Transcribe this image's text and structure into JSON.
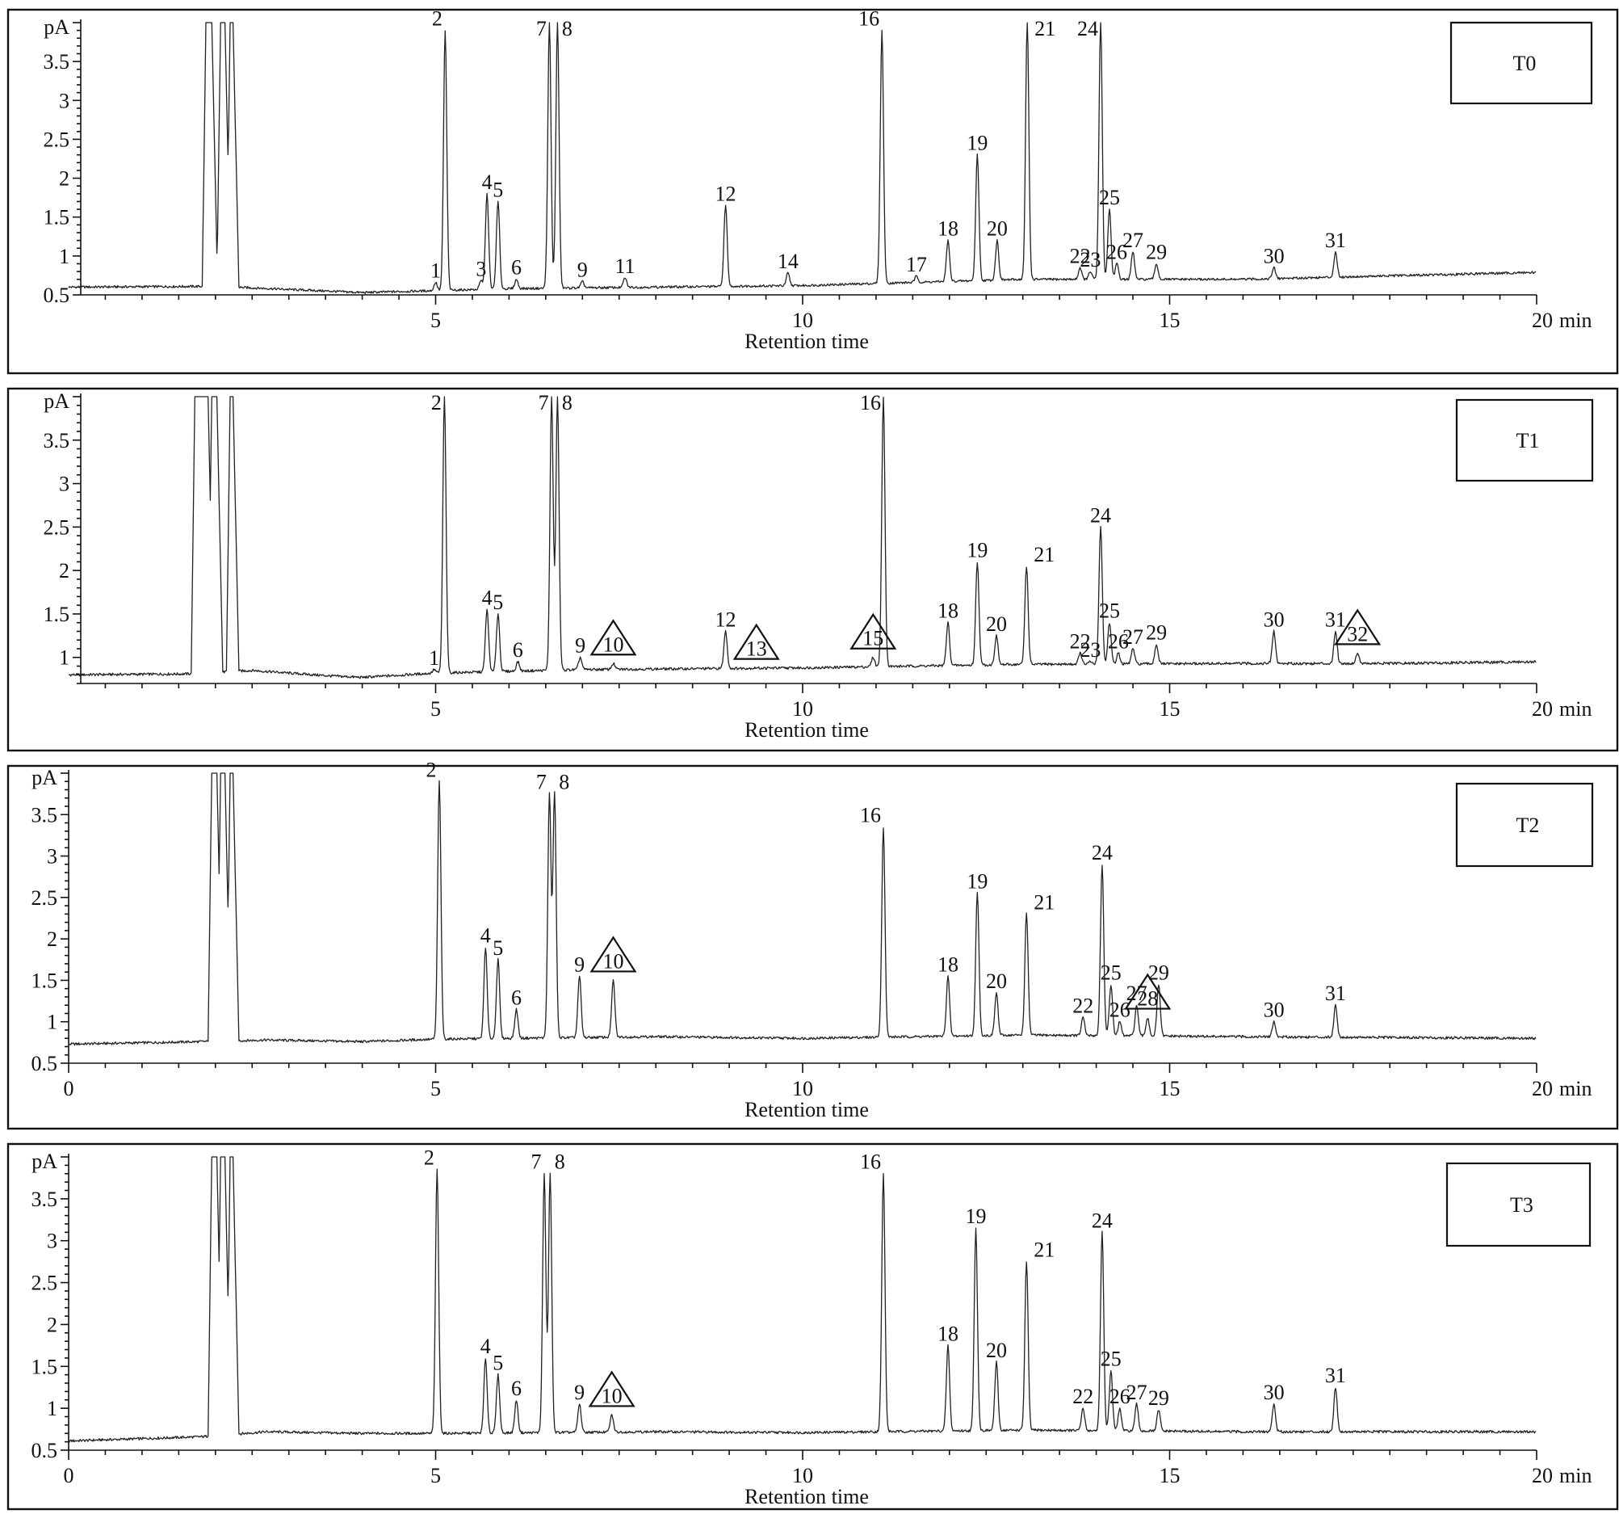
{
  "chart_data": [
    {
      "type": "line",
      "panel": "T0",
      "legend_label": "T0",
      "ylabel": "pA",
      "xlabel": "Retention time",
      "x_unit": "min",
      "xlim": [
        0,
        20
      ],
      "ylim": [
        0.5,
        4.0
      ],
      "xticks": [
        5,
        10,
        15,
        20
      ],
      "yticks": [
        0.5,
        1,
        1.5,
        2,
        2.5,
        3,
        3.5
      ],
      "show_zero_tick": false,
      "baseline": [
        [
          0,
          0.6
        ],
        [
          2.0,
          0.61
        ],
        [
          3.0,
          0.57
        ],
        [
          4.0,
          0.53
        ],
        [
          6.0,
          0.58
        ],
        [
          10.0,
          0.62
        ],
        [
          13.0,
          0.7
        ],
        [
          16.0,
          0.7
        ],
        [
          20.0,
          0.79
        ]
      ],
      "solvent_peaks": [
        [
          1.87,
          1.95
        ],
        [
          2.07,
          2.13
        ],
        [
          2.2,
          2.24
        ]
      ],
      "peaks": [
        {
          "label": "1",
          "rt": 5.0,
          "height": 0.66
        },
        {
          "label": "2",
          "rt": 5.13,
          "height": 3.9
        },
        {
          "label": "3",
          "rt": 5.62,
          "height": 0.68
        },
        {
          "label": "4",
          "rt": 5.7,
          "height": 1.8
        },
        {
          "label": "5",
          "rt": 5.85,
          "height": 1.7
        },
        {
          "label": "6",
          "rt": 6.1,
          "height": 0.7
        },
        {
          "label": "7",
          "rt": 6.55,
          "height": 4.0
        },
        {
          "label": "8",
          "rt": 6.66,
          "height": 4.0
        },
        {
          "label": "9",
          "rt": 7.0,
          "height": 0.67
        },
        {
          "label": "11",
          "rt": 7.58,
          "height": 0.72
        },
        {
          "label": "12",
          "rt": 8.95,
          "height": 1.65
        },
        {
          "label": "14",
          "rt": 9.8,
          "height": 0.78
        },
        {
          "label": "16",
          "rt": 11.08,
          "height": 3.9
        },
        {
          "label": "17",
          "rt": 11.55,
          "height": 0.74
        },
        {
          "label": "18",
          "rt": 11.98,
          "height": 1.2
        },
        {
          "label": "19",
          "rt": 12.38,
          "height": 2.3
        },
        {
          "label": "20",
          "rt": 12.65,
          "height": 1.2
        },
        {
          "label": "21",
          "rt": 13.06,
          "height": 4.0
        },
        {
          "label": "22",
          "rt": 13.78,
          "height": 0.85
        },
        {
          "label": "23",
          "rt": 13.92,
          "height": 0.8
        },
        {
          "label": "24",
          "rt": 14.06,
          "height": 4.0
        },
        {
          "label": "25",
          "rt": 14.18,
          "height": 1.6
        },
        {
          "label": "26",
          "rt": 14.28,
          "height": 0.9
        },
        {
          "label": "27",
          "rt": 14.5,
          "height": 1.05
        },
        {
          "label": "29",
          "rt": 14.82,
          "height": 0.9
        },
        {
          "label": "30",
          "rt": 16.42,
          "height": 0.85
        },
        {
          "label": "31",
          "rt": 17.26,
          "height": 1.05
        }
      ]
    },
    {
      "type": "line",
      "panel": "T1",
      "legend_label": "T1",
      "ylabel": "pA",
      "xlabel": "Retention time",
      "x_unit": "min",
      "xlim": [
        0,
        20
      ],
      "ylim": [
        0.7,
        4.0
      ],
      "xticks": [
        5,
        10,
        15,
        20
      ],
      "yticks": [
        1,
        1.5,
        2,
        2.5,
        3,
        3.5
      ],
      "show_zero_tick": false,
      "baseline": [
        [
          0,
          0.8
        ],
        [
          1.6,
          0.81
        ],
        [
          2.5,
          0.85
        ],
        [
          3.5,
          0.79
        ],
        [
          4.0,
          0.77
        ],
        [
          5.0,
          0.82
        ],
        [
          7.0,
          0.86
        ],
        [
          10.0,
          0.88
        ],
        [
          13.0,
          0.92
        ],
        [
          16.0,
          0.93
        ],
        [
          18.0,
          0.93
        ],
        [
          20.0,
          0.95
        ]
      ],
      "solvent_peaks": [
        [
          1.72,
          1.9
        ],
        [
          1.95,
          2.02
        ],
        [
          2.2,
          2.24
        ]
      ],
      "peaks": [
        {
          "label": "1",
          "rt": 4.98,
          "height": 0.86
        },
        {
          "label": "2",
          "rt": 5.12,
          "height": 4.0
        },
        {
          "label": "4",
          "rt": 5.7,
          "height": 1.55
        },
        {
          "label": "5",
          "rt": 5.85,
          "height": 1.5
        },
        {
          "label": "6",
          "rt": 6.12,
          "height": 0.95
        },
        {
          "label": "7",
          "rt": 6.58,
          "height": 4.0
        },
        {
          "label": "8",
          "rt": 6.66,
          "height": 4.0
        },
        {
          "label": "9",
          "rt": 6.97,
          "height": 1.0
        },
        {
          "label": "10",
          "rt": 7.42,
          "height": 0.93,
          "new": true
        },
        {
          "label": "12",
          "rt": 8.95,
          "height": 1.3
        },
        {
          "label": "13",
          "rt": 9.37,
          "height": 0.88,
          "new": true
        },
        {
          "label": "15",
          "rt": 10.96,
          "height": 1.0,
          "new": true
        },
        {
          "label": "16",
          "rt": 11.1,
          "height": 4.0
        },
        {
          "label": "18",
          "rt": 11.98,
          "height": 1.4
        },
        {
          "label": "19",
          "rt": 12.38,
          "height": 2.1
        },
        {
          "label": "20",
          "rt": 12.64,
          "height": 1.25
        },
        {
          "label": "21",
          "rt": 13.05,
          "height": 2.05
        },
        {
          "label": "22",
          "rt": 13.78,
          "height": 1.05
        },
        {
          "label": "23",
          "rt": 13.92,
          "height": 0.95
        },
        {
          "label": "24",
          "rt": 14.06,
          "height": 2.5
        },
        {
          "label": "25",
          "rt": 14.18,
          "height": 1.4
        },
        {
          "label": "26",
          "rt": 14.3,
          "height": 1.05
        },
        {
          "label": "27",
          "rt": 14.5,
          "height": 1.1
        },
        {
          "label": "29",
          "rt": 14.82,
          "height": 1.15
        },
        {
          "label": "30",
          "rt": 16.42,
          "height": 1.3
        },
        {
          "label": "31",
          "rt": 17.26,
          "height": 1.3
        },
        {
          "label": "32",
          "rt": 17.56,
          "height": 1.05,
          "new": true
        }
      ]
    },
    {
      "type": "line",
      "panel": "T2",
      "legend_label": "T2",
      "ylabel": "pA",
      "xlabel": "Retention time",
      "x_unit": "min",
      "xlim": [
        0,
        20
      ],
      "ylim": [
        0.5,
        4.0
      ],
      "xticks": [
        0,
        5,
        10,
        15,
        20
      ],
      "yticks": [
        0.5,
        1,
        1.5,
        2,
        2.5,
        3,
        3.5
      ],
      "show_zero_tick": true,
      "baseline": [
        [
          0,
          0.73
        ],
        [
          1.8,
          0.76
        ],
        [
          2.7,
          0.78
        ],
        [
          4.0,
          0.76
        ],
        [
          5.0,
          0.79
        ],
        [
          8.0,
          0.82
        ],
        [
          10.0,
          0.8
        ],
        [
          13.0,
          0.84
        ],
        [
          16.0,
          0.82
        ],
        [
          18.0,
          0.81
        ],
        [
          20.0,
          0.8
        ]
      ],
      "solvent_peaks": [
        [
          1.95,
          2.02
        ],
        [
          2.07,
          2.13
        ],
        [
          2.2,
          2.24
        ]
      ],
      "peaks": [
        {
          "label": "2",
          "rt": 5.05,
          "height": 3.9
        },
        {
          "label": "4",
          "rt": 5.68,
          "height": 1.9
        },
        {
          "label": "5",
          "rt": 5.85,
          "height": 1.75
        },
        {
          "label": "6",
          "rt": 6.1,
          "height": 1.15
        },
        {
          "label": "7",
          "rt": 6.55,
          "height": 3.75
        },
        {
          "label": "8",
          "rt": 6.62,
          "height": 3.75
        },
        {
          "label": "9",
          "rt": 6.96,
          "height": 1.55
        },
        {
          "label": "10",
          "rt": 7.42,
          "height": 1.5,
          "new": true
        },
        {
          "label": "16",
          "rt": 11.1,
          "height": 3.35
        },
        {
          "label": "18",
          "rt": 11.98,
          "height": 1.55
        },
        {
          "label": "19",
          "rt": 12.38,
          "height": 2.55
        },
        {
          "label": "20",
          "rt": 12.64,
          "height": 1.35
        },
        {
          "label": "21",
          "rt": 13.05,
          "height": 2.3
        },
        {
          "label": "22",
          "rt": 13.82,
          "height": 1.05
        },
        {
          "label": "24",
          "rt": 14.08,
          "height": 2.9
        },
        {
          "label": "25",
          "rt": 14.2,
          "height": 1.45
        },
        {
          "label": "26",
          "rt": 14.32,
          "height": 1.0
        },
        {
          "label": "27",
          "rt": 14.55,
          "height": 1.2
        },
        {
          "label": "28",
          "rt": 14.7,
          "height": 1.05,
          "new": true
        },
        {
          "label": "29",
          "rt": 14.85,
          "height": 1.45
        },
        {
          "label": "30",
          "rt": 16.42,
          "height": 1.0
        },
        {
          "label": "31",
          "rt": 17.26,
          "height": 1.2
        }
      ]
    },
    {
      "type": "line",
      "panel": "T3",
      "legend_label": "T3",
      "ylabel": "pA",
      "xlabel": "Retention time",
      "x_unit": "min",
      "xlim": [
        0,
        20
      ],
      "ylim": [
        0.5,
        4.0
      ],
      "xticks": [
        0,
        5,
        10,
        15,
        20
      ],
      "yticks": [
        0.5,
        1,
        1.5,
        2,
        2.5,
        3,
        3.5
      ],
      "show_zero_tick": true,
      "baseline": [
        [
          0,
          0.61
        ],
        [
          1.8,
          0.66
        ],
        [
          2.7,
          0.72
        ],
        [
          4.0,
          0.7
        ],
        [
          5.0,
          0.7
        ],
        [
          8.0,
          0.72
        ],
        [
          10.0,
          0.71
        ],
        [
          13.0,
          0.74
        ],
        [
          16.0,
          0.72
        ],
        [
          18.0,
          0.72
        ],
        [
          20.0,
          0.72
        ]
      ],
      "solvent_peaks": [
        [
          1.95,
          2.02
        ],
        [
          2.07,
          2.13
        ],
        [
          2.2,
          2.24
        ]
      ],
      "peaks": [
        {
          "label": "2",
          "rt": 5.02,
          "height": 3.85
        },
        {
          "label": "4",
          "rt": 5.68,
          "height": 1.6
        },
        {
          "label": "5",
          "rt": 5.85,
          "height": 1.4
        },
        {
          "label": "6",
          "rt": 6.1,
          "height": 1.1
        },
        {
          "label": "7",
          "rt": 6.48,
          "height": 3.8
        },
        {
          "label": "8",
          "rt": 6.56,
          "height": 3.8
        },
        {
          "label": "9",
          "rt": 6.96,
          "height": 1.05
        },
        {
          "label": "10",
          "rt": 7.4,
          "height": 0.92,
          "new": true
        },
        {
          "label": "16",
          "rt": 11.1,
          "height": 3.8
        },
        {
          "label": "18",
          "rt": 11.98,
          "height": 1.75
        },
        {
          "label": "19",
          "rt": 12.36,
          "height": 3.15
        },
        {
          "label": "20",
          "rt": 12.64,
          "height": 1.55
        },
        {
          "label": "21",
          "rt": 13.05,
          "height": 2.75
        },
        {
          "label": "22",
          "rt": 13.82,
          "height": 1.0
        },
        {
          "label": "24",
          "rt": 14.08,
          "height": 3.1
        },
        {
          "label": "25",
          "rt": 14.2,
          "height": 1.45
        },
        {
          "label": "26",
          "rt": 14.32,
          "height": 1.0
        },
        {
          "label": "27",
          "rt": 14.55,
          "height": 1.05
        },
        {
          "label": "29",
          "rt": 14.85,
          "height": 0.98
        },
        {
          "label": "30",
          "rt": 16.42,
          "height": 1.05
        },
        {
          "label": "31",
          "rt": 17.26,
          "height": 1.25
        }
      ]
    }
  ]
}
